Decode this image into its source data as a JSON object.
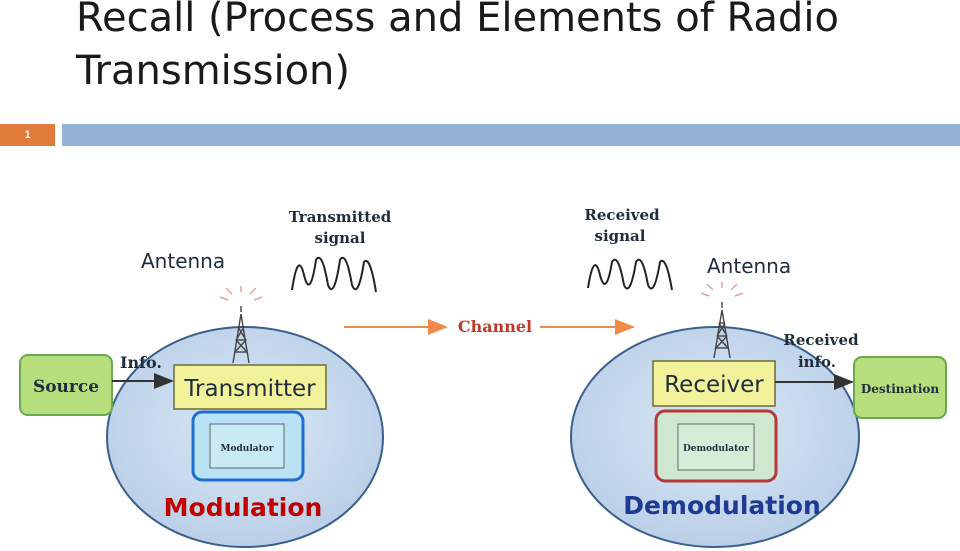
{
  "slide": {
    "title": "Recall (Process and Elements of Radio Transmission)",
    "number": "1",
    "colors": {
      "accent": "#95b3d7",
      "number_box": "#e07b3c"
    }
  },
  "diagram": {
    "source": "Source",
    "info": "Info.",
    "transmitter": "Transmitter",
    "modulator": "Modulator",
    "modulation": "Modulation",
    "antenna_left": "Antenna",
    "transmitted_signal_line1": "Transmitted",
    "transmitted_signal_line2": "signal",
    "channel": "Channel",
    "received_signal_line1": "Received",
    "received_signal_line2": "signal",
    "antenna_right": "Antenna",
    "receiver": "Receiver",
    "demodulator": "Demodulator",
    "demodulation": "Demodulation",
    "received_info_line1": "Received",
    "received_info_line2": "info.",
    "destination": "Destination",
    "colors": {
      "green_box": "#92d050",
      "yellow_box": "#f2f28c",
      "ellipse": "#bcd3ec",
      "modulation_text": "#c00000",
      "demodulation_text": "#1f3a93",
      "channel_arrow": "#f4a460",
      "channel_text": "#c0392b"
    }
  }
}
